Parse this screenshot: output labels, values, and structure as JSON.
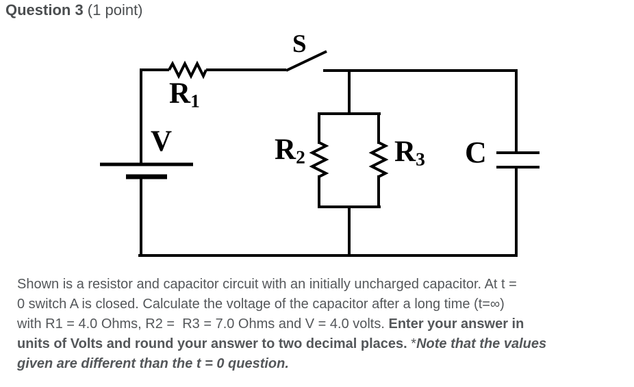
{
  "header": {
    "title": "Question 3",
    "points": " (1 point)"
  },
  "circuit": {
    "line_color": "#000000",
    "labels": {
      "s": {
        "main": "S"
      },
      "r1": {
        "main": "R",
        "sub": "1"
      },
      "v": {
        "main": "V"
      },
      "r2": {
        "main": "R",
        "sub": "2"
      },
      "r3": {
        "main": "R",
        "sub": "3"
      },
      "c": {
        "main": "C"
      }
    },
    "components": {
      "battery": "V",
      "series_resistor": "R1",
      "switch": "S",
      "parallel_resistors": [
        "R2",
        "R3"
      ],
      "capacitor": "C"
    }
  },
  "question": {
    "lines": [
      [
        {
          "t": "Shown is a resistor and capacitor circuit with an initially uncharged capacitor. At t =",
          "s": "n"
        }
      ],
      [
        {
          "t": "0 switch A is closed. Calculate the voltage of the capacitor after a long time (t=∞)",
          "s": "n"
        }
      ],
      [
        {
          "t": "with R1 = 4.0 Ohms, R2 =  R3 = 7.0 Ohms and V = 4.0 volts. ",
          "s": "n"
        },
        {
          "t": "Enter your answer in",
          "s": "b"
        }
      ],
      [
        {
          "t": "units of Volts and round your answer to two decimal places. ",
          "s": "b"
        },
        {
          "t": "*",
          "s": "n"
        },
        {
          "t": "Note that the values",
          "s": "bi"
        }
      ],
      [
        {
          "t": "given are different than the t = 0 question.",
          "s": "bi"
        }
      ]
    ]
  }
}
